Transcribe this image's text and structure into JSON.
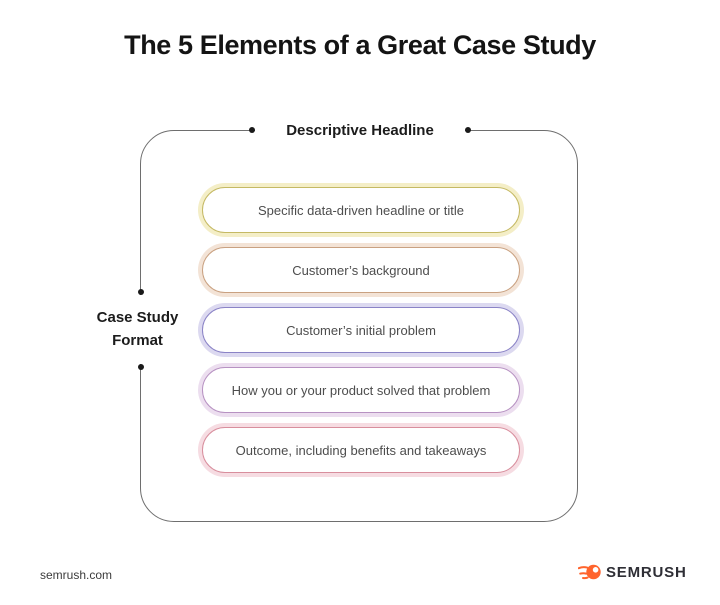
{
  "title": "The 5 Elements of a Great Case Study",
  "diagram": {
    "top_label": "Descriptive Headline",
    "side_label": "Case Study Format",
    "frame_border_color": "#6e6e6e",
    "dot_color": "#1a1a1a",
    "items": [
      {
        "label": "Specific data-driven headline or title",
        "border_color": "#c5b964",
        "halo_color": "#f4eec7"
      },
      {
        "label": "Customer’s background",
        "border_color": "#c9a181",
        "halo_color": "#f3e3d6"
      },
      {
        "label": "Customer’s initial problem",
        "border_color": "#8b83c6",
        "halo_color": "#dcd9f0"
      },
      {
        "label": "How you or your product solved that problem",
        "border_color": "#b792c2",
        "halo_color": "#ecdeef"
      },
      {
        "label": "Outcome, including benefits and takeaways",
        "border_color": "#d88e9d",
        "halo_color": "#f6dce2"
      }
    ]
  },
  "footer": {
    "website": "semrush.com",
    "brand": "SEMRUSH",
    "brand_color": "#2e2e35",
    "brand_icon_color": "#ff642d"
  }
}
